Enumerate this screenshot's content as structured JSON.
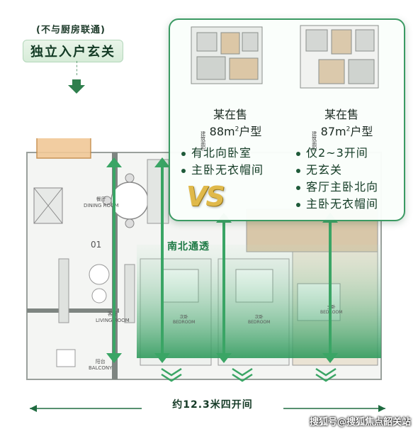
{
  "header": {
    "note": "(不与厨房联通)",
    "entry_title": "独立入户玄关"
  },
  "comparison": {
    "left": {
      "title": "某在售",
      "area_prefix": "建筑面积",
      "area": "88m",
      "area_sup": "2",
      "area_suffix": "户型",
      "features": [
        "有北向卧室",
        "主卧无衣帽间"
      ]
    },
    "right": {
      "title": "某在售",
      "area_prefix": "建筑面积",
      "area": "87m",
      "area_sup": "2",
      "area_suffix": "户型",
      "features": [
        "仅2~3开间",
        "无玄关",
        "客厅主卧北向",
        "主卧无衣帽间"
      ]
    },
    "vs": "VS"
  },
  "plan": {
    "room_number": "01",
    "dining_label": "餐厅\nDINING ROOM",
    "living_label": "客厅\nLIVING ROOM",
    "balcony_label": "阳台\nBALCONY",
    "bedroom_label": "次卧\nBEDROOM",
    "master_label": "主卧\nBEDROOM",
    "north_south": "南北通透",
    "width_text": "约12.3米四开间"
  },
  "watermark": "搜狐号@搜狐焦点韶关站",
  "colors": {
    "accent": "#2f9a5c",
    "arrow": "#3aa565",
    "panel_border": "#3b9a63"
  }
}
